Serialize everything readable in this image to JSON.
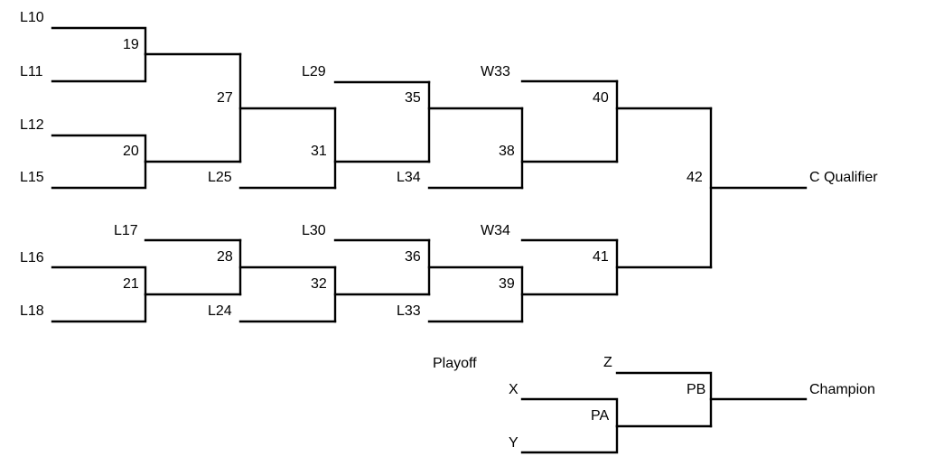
{
  "labels": {
    "L10": "L10",
    "L11": "L11",
    "L12": "L12",
    "L15": "L15",
    "L16": "L16",
    "L18": "L18",
    "L17": "L17",
    "L24": "L24",
    "L25": "L25",
    "L29": "L29",
    "L34": "L34",
    "L30": "L30",
    "L33": "L33",
    "W33": "W33",
    "W34": "W34",
    "g19": "19",
    "g20": "20",
    "g21": "21",
    "g27": "27",
    "g28": "28",
    "g31": "31",
    "g32": "32",
    "g35": "35",
    "g36": "36",
    "g38": "38",
    "g39": "39",
    "g40": "40",
    "g41": "41",
    "g42": "42",
    "c_qualifier": "C Qualifier",
    "playoff": "Playoff",
    "X": "X",
    "Y": "Y",
    "Z": "Z",
    "PA": "PA",
    "PB": "PB",
    "champion": "Champion"
  }
}
